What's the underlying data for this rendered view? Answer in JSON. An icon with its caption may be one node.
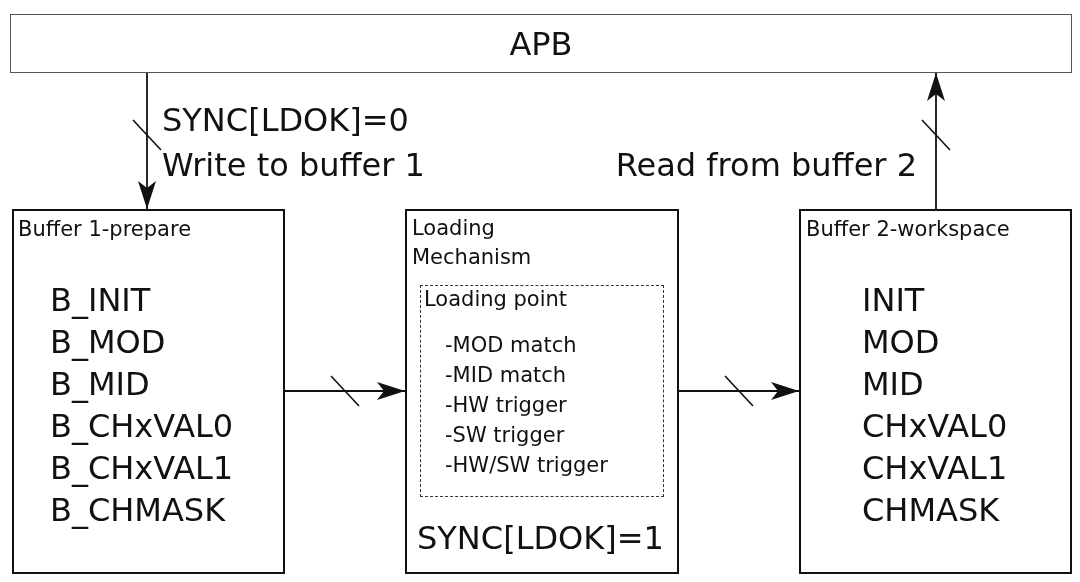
{
  "diagram": {
    "nodes": [
      {
        "text": [
          "APB"
        ]
      },
      {
        "text": [
          "Buffer 1-prepare",
          "B_INIT",
          "B_MOD",
          "B_MID",
          "B_CHxVAL0",
          "B_CHxVAL1",
          "B_CHMASK"
        ]
      },
      {
        "text": [
          "Loading Mechanism",
          "SYNC[LDOK]=1"
        ]
      },
      {
        "text": [
          "Loading point",
          "-MOD match",
          "-MID match",
          "-HW trigger",
          "-SW trigger",
          "-HW/SW trigger"
        ],
        "in": 2
      },
      {
        "text": [
          "Buffer 2-workspace",
          "INIT",
          "MOD",
          "MID",
          "CHxVAL0",
          "CHxVAL1",
          "CHMASK"
        ]
      }
    ],
    "edges": [
      {
        "from": 0,
        "to": 1,
        "arrow": "to",
        "label": "SYNC[LDOK]=0 Write to buffer 1"
      },
      {
        "from": 1,
        "to": 2,
        "arrow": "to"
      },
      {
        "from": 2,
        "to": 4,
        "arrow": "to"
      },
      {
        "from": 4,
        "to": 0,
        "arrow": "to",
        "label": "Read from buffer 2"
      }
    ]
  }
}
